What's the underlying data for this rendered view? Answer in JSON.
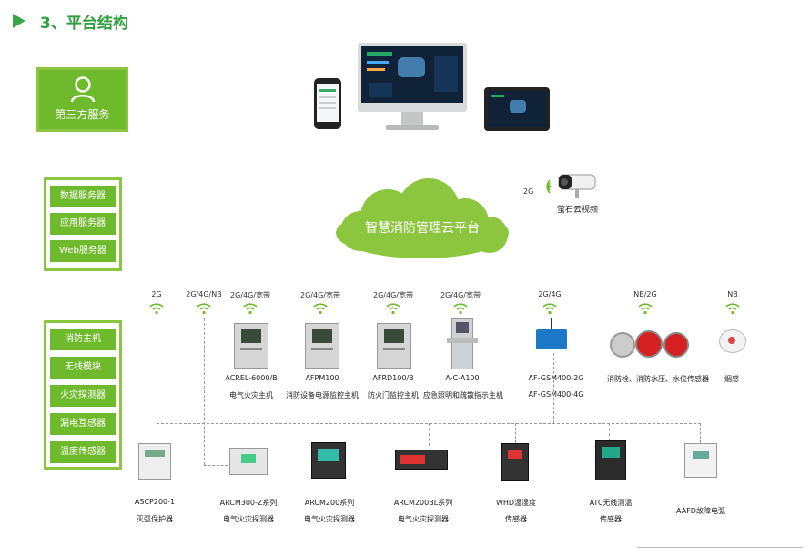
{
  "section": {
    "number": "3、",
    "title": "平台结构"
  },
  "third_party": {
    "label": "第三方服务"
  },
  "service_group": {
    "items": [
      "数据服务器",
      "应用服务器",
      "Web服务器"
    ]
  },
  "cloud": {
    "label": "智慧消防管理云平台"
  },
  "camera": {
    "net": "2G",
    "label": "萤石云视频"
  },
  "field_group": {
    "items": [
      "消防主机",
      "无线模块",
      "火灾探测器",
      "漏电互感器",
      "温度传感器"
    ]
  },
  "networks": [
    "2G",
    "2G/4G/NB",
    "2G/4G/宽带",
    "2G/4G/宽带",
    "2G/4G/宽带",
    "2G/4G/宽带",
    "2G/4G",
    "NB/2G",
    "NB"
  ],
  "top_devices": [
    {
      "model": "ACREL-6000/B",
      "desc": "电气火灾主机"
    },
    {
      "model": "AFPM100",
      "desc": "消防设备电源监控主机"
    },
    {
      "model": "AFRD100/B",
      "desc": "防火门监控主机"
    },
    {
      "model": "A-C-A100",
      "desc": "应急照明和疏散指示主机"
    },
    {
      "model": "AF-GSM400-2G",
      "desc": "AF-GSM400-4G"
    },
    {
      "model": "",
      "desc": "消防栓、消防水压、水位传感器"
    },
    {
      "model": "",
      "desc": "烟感"
    }
  ],
  "bottom_devices": [
    {
      "line1": "ASCP200-1",
      "line2": "灭弧保护器"
    },
    {
      "line1": "ARCM300-Z系列",
      "line2": "电气火灾探测器"
    },
    {
      "line1": "ARCM200系列",
      "line2": "电气火灾探测器"
    },
    {
      "line1": "ARCM200BL系列",
      "line2": "电气火灾探测器"
    },
    {
      "line1": "WHD温湿度",
      "line2": "传感器"
    },
    {
      "line1": "ATC无线测温",
      "line2": "传感器"
    },
    {
      "line1": "AAFD故障电弧",
      "line2": ""
    }
  ],
  "colors": {
    "green": "#6fb92c",
    "border": "#8cc63f",
    "title": "#2e9e3e"
  }
}
